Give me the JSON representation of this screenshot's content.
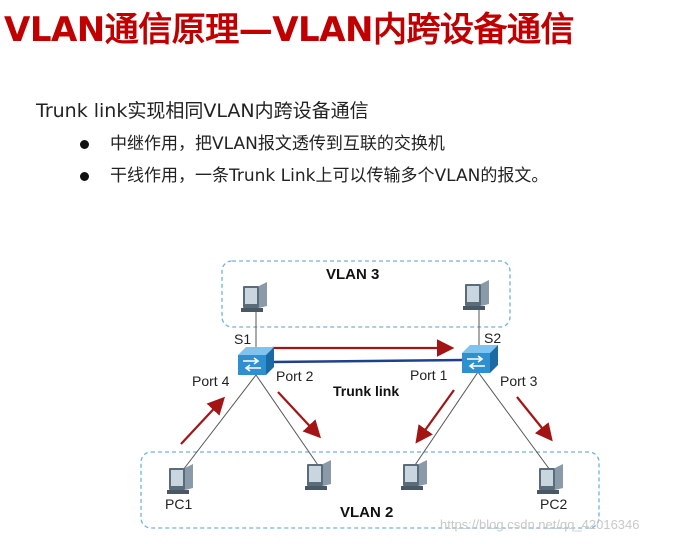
{
  "title": "VLAN通信原理—VLAN内跨设备通信",
  "heading": "Trunk link实现相同VLAN内跨设备通信",
  "bullets": [
    "中继作用，把VLAN报文透传到互联的交换机",
    "干线作用，一条Trunk Link上可以传输多个VLAN的报文。"
  ],
  "diagram": {
    "vlan_top": "VLAN 3",
    "vlan_bottom": "VLAN 2",
    "switch_left": "S1",
    "switch_right": "S2",
    "port4": "Port 4",
    "port2": "Port 2",
    "port1": "Port 1",
    "port3": "Port 3",
    "trunk_label": "Trunk link",
    "pc1": "PC1",
    "pc2": "PC2",
    "colors": {
      "arrow": "#a31515",
      "switch": "#2e8fd1",
      "box": "#6fb3d9"
    },
    "icons": [
      "computer-icon",
      "switch-icon",
      "arrow-icon"
    ]
  },
  "watermark": "https://blog.csdn.net/qq_42016346"
}
